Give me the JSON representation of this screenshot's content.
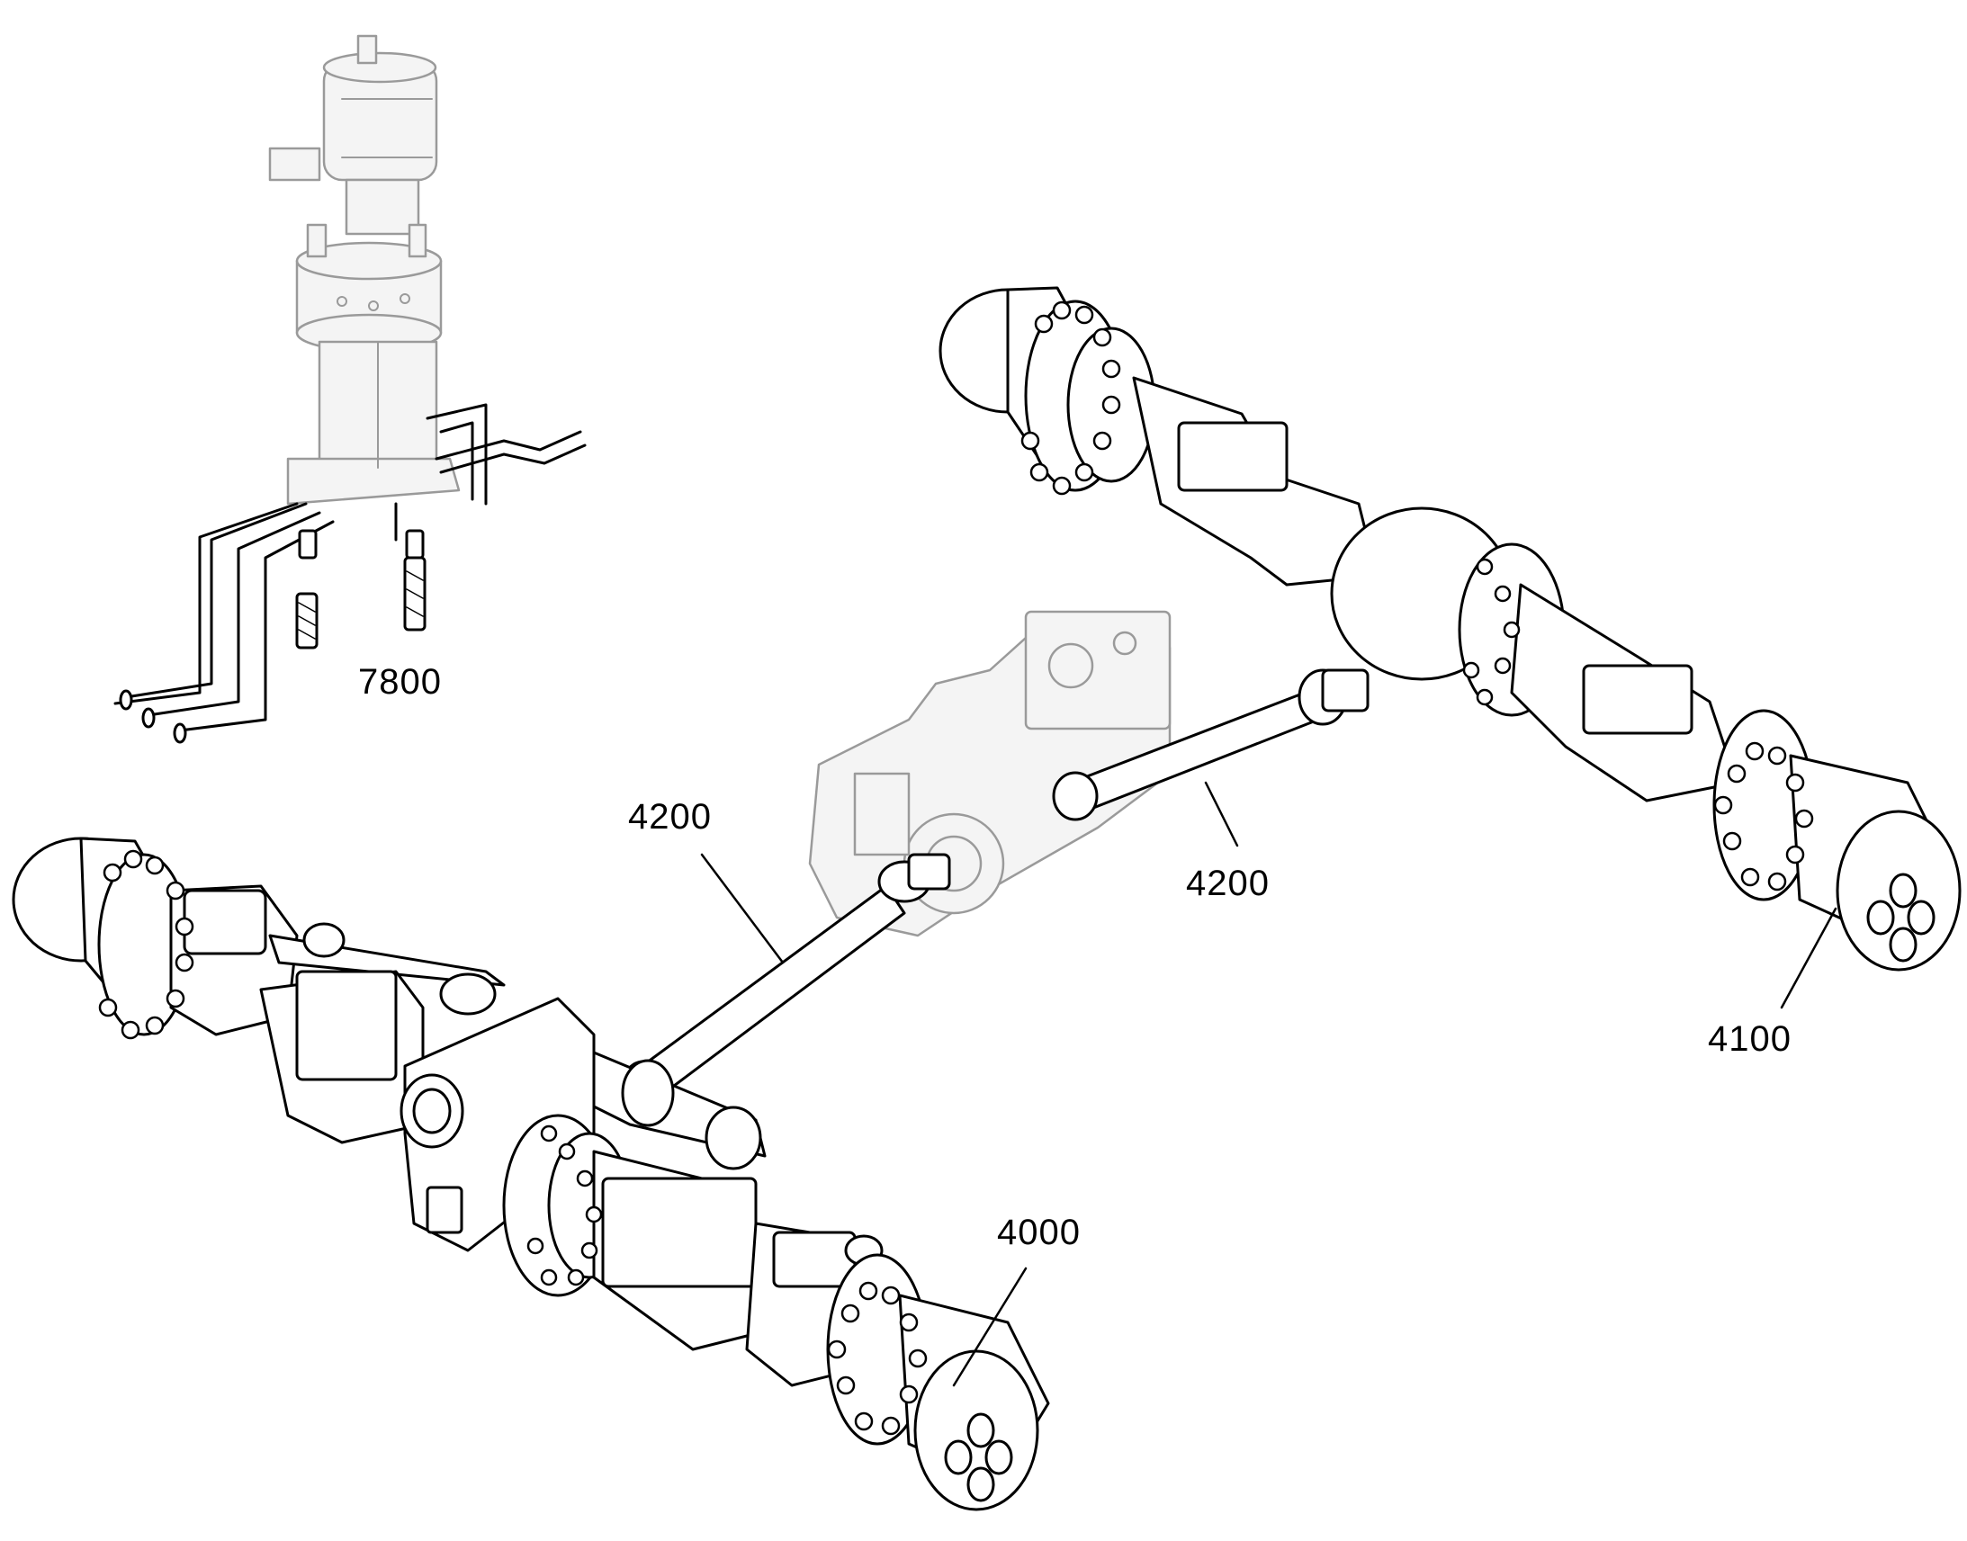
{
  "diagram": {
    "callouts": {
      "steering_valve": "7800",
      "front_shaft": "4200",
      "rear_shaft": "4200",
      "rear_axle": "4100",
      "front_axle": "4000"
    },
    "colors": {
      "line": "#000000",
      "ghost_line": "#9a9a9a",
      "ghost_fill": "#f4f4f4",
      "fill": "#ffffff",
      "shade": "#e2e2e2"
    }
  }
}
